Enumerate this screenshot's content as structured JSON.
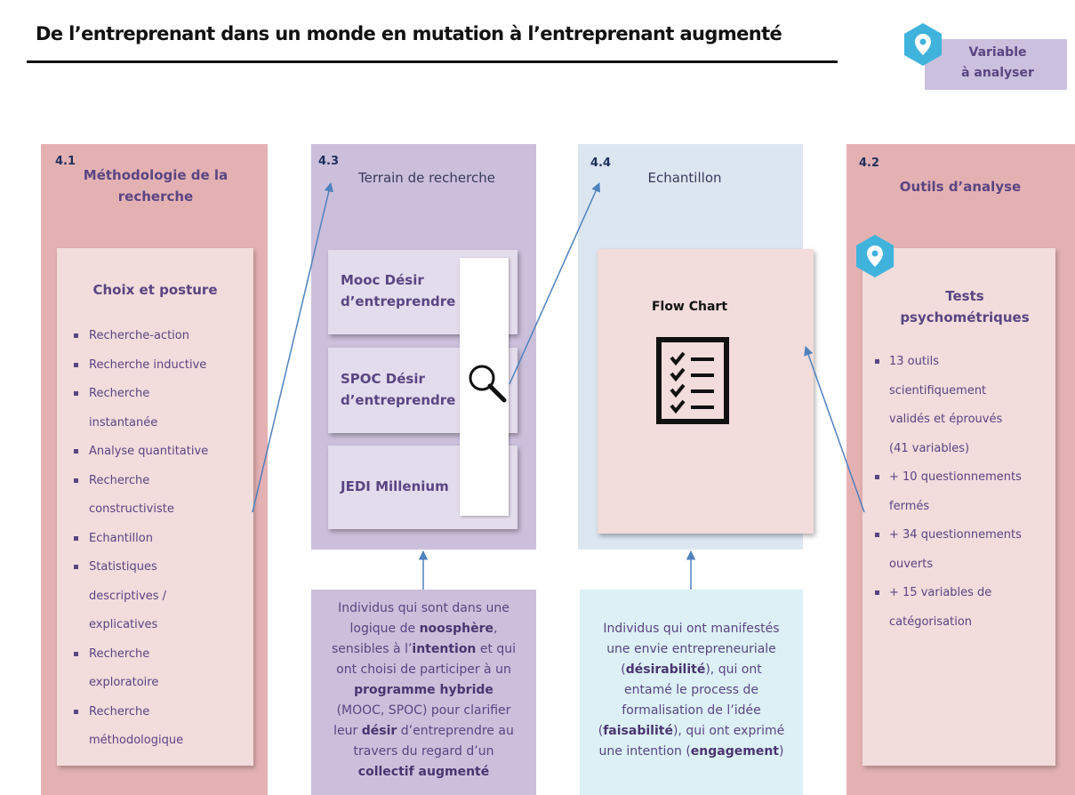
{
  "title": "De l’entreprenant dans un monde en mutation à l’entreprenant augmenté",
  "legend": {
    "line1": "Variable",
    "line2": "à analyser",
    "icon": "map-pin-icon"
  },
  "columns": {
    "c41": {
      "number": "4.1",
      "header_line1": "Méthodologie de la",
      "header_line2": "recherche"
    },
    "c43": {
      "number": "4.3",
      "header": "Terrain de recherche"
    },
    "c44": {
      "number": "4.4",
      "header": "Echantillon"
    },
    "c42": {
      "number": "4.2",
      "header": "Outils d’analyse"
    }
  },
  "choix": {
    "title": "Choix et posture",
    "items": [
      [
        "Recherche-action"
      ],
      [
        "Recherche inductive"
      ],
      [
        "Recherche",
        "instantanée"
      ],
      [
        "Analyse quantitative"
      ],
      [
        "Recherche",
        "constructiviste"
      ],
      [
        "Echantillon"
      ],
      [
        "Statistiques",
        "descriptives /",
        "explicatives"
      ],
      [
        "Recherche",
        "exploratoire"
      ],
      [
        "Recherche",
        "méthodologique"
      ]
    ]
  },
  "terrain": {
    "box1_l1": "Mooc Désir",
    "box1_l2": "d’entreprendre",
    "box2_l1": "SPOC Désir",
    "box2_l2": "d’entreprendre",
    "box3": "JEDI Millenium",
    "icon": "magnifier-icon"
  },
  "echantillon": {
    "flow_label": "Flow Chart",
    "icon": "checklist-icon"
  },
  "tests": {
    "title_l1": "Tests",
    "title_l2": "psychométriques",
    "items": [
      [
        "13 outils",
        "scientifiquement",
        "validés et éprouvés",
        "(41 variables)"
      ],
      [
        "+ 10 questionnements",
        "fermés"
      ],
      [
        "+ 34 questionnements",
        "ouverts"
      ],
      [
        "+ 15 variables de",
        "catégorisation"
      ]
    ]
  },
  "desc43": {
    "l1": "Individus qui sont dans une",
    "l2a": "logique de ",
    "l2b": "noosphère",
    "l2c": ",",
    "l3a": "sensibles à l’",
    "l3b": "intention",
    "l3c": " et qui",
    "l4": "ont choisi de participer à un",
    "l5": "programme hybride",
    "l6": "(MOOC, SPOC) pour clarifier",
    "l7a": "leur ",
    "l7b": "désir",
    "l7c": " d’entreprendre au",
    "l8": "travers du regard d’un",
    "l9": "collectif augmenté"
  },
  "desc44": {
    "l1": "Individus qui ont manifestés",
    "l2": "une envie entrepreneuriale",
    "l3a": "(",
    "l3b": "désirabilité",
    "l3c": "), qui ont",
    "l4": "entamé le process de",
    "l5": "formalisation de l’idée",
    "l6a": "(",
    "l6b": "faisabilité",
    "l6c": "), qui ont exprimé",
    "l7a": "une intention (",
    "l7b": "engagement",
    "l7c": ")"
  },
  "colors": {
    "pink": "#e4b1b3",
    "lavender": "#cbbfdb",
    "lightblue": "#dce6f1",
    "pin": "#3fb3dc",
    "text": "#5a4582"
  }
}
